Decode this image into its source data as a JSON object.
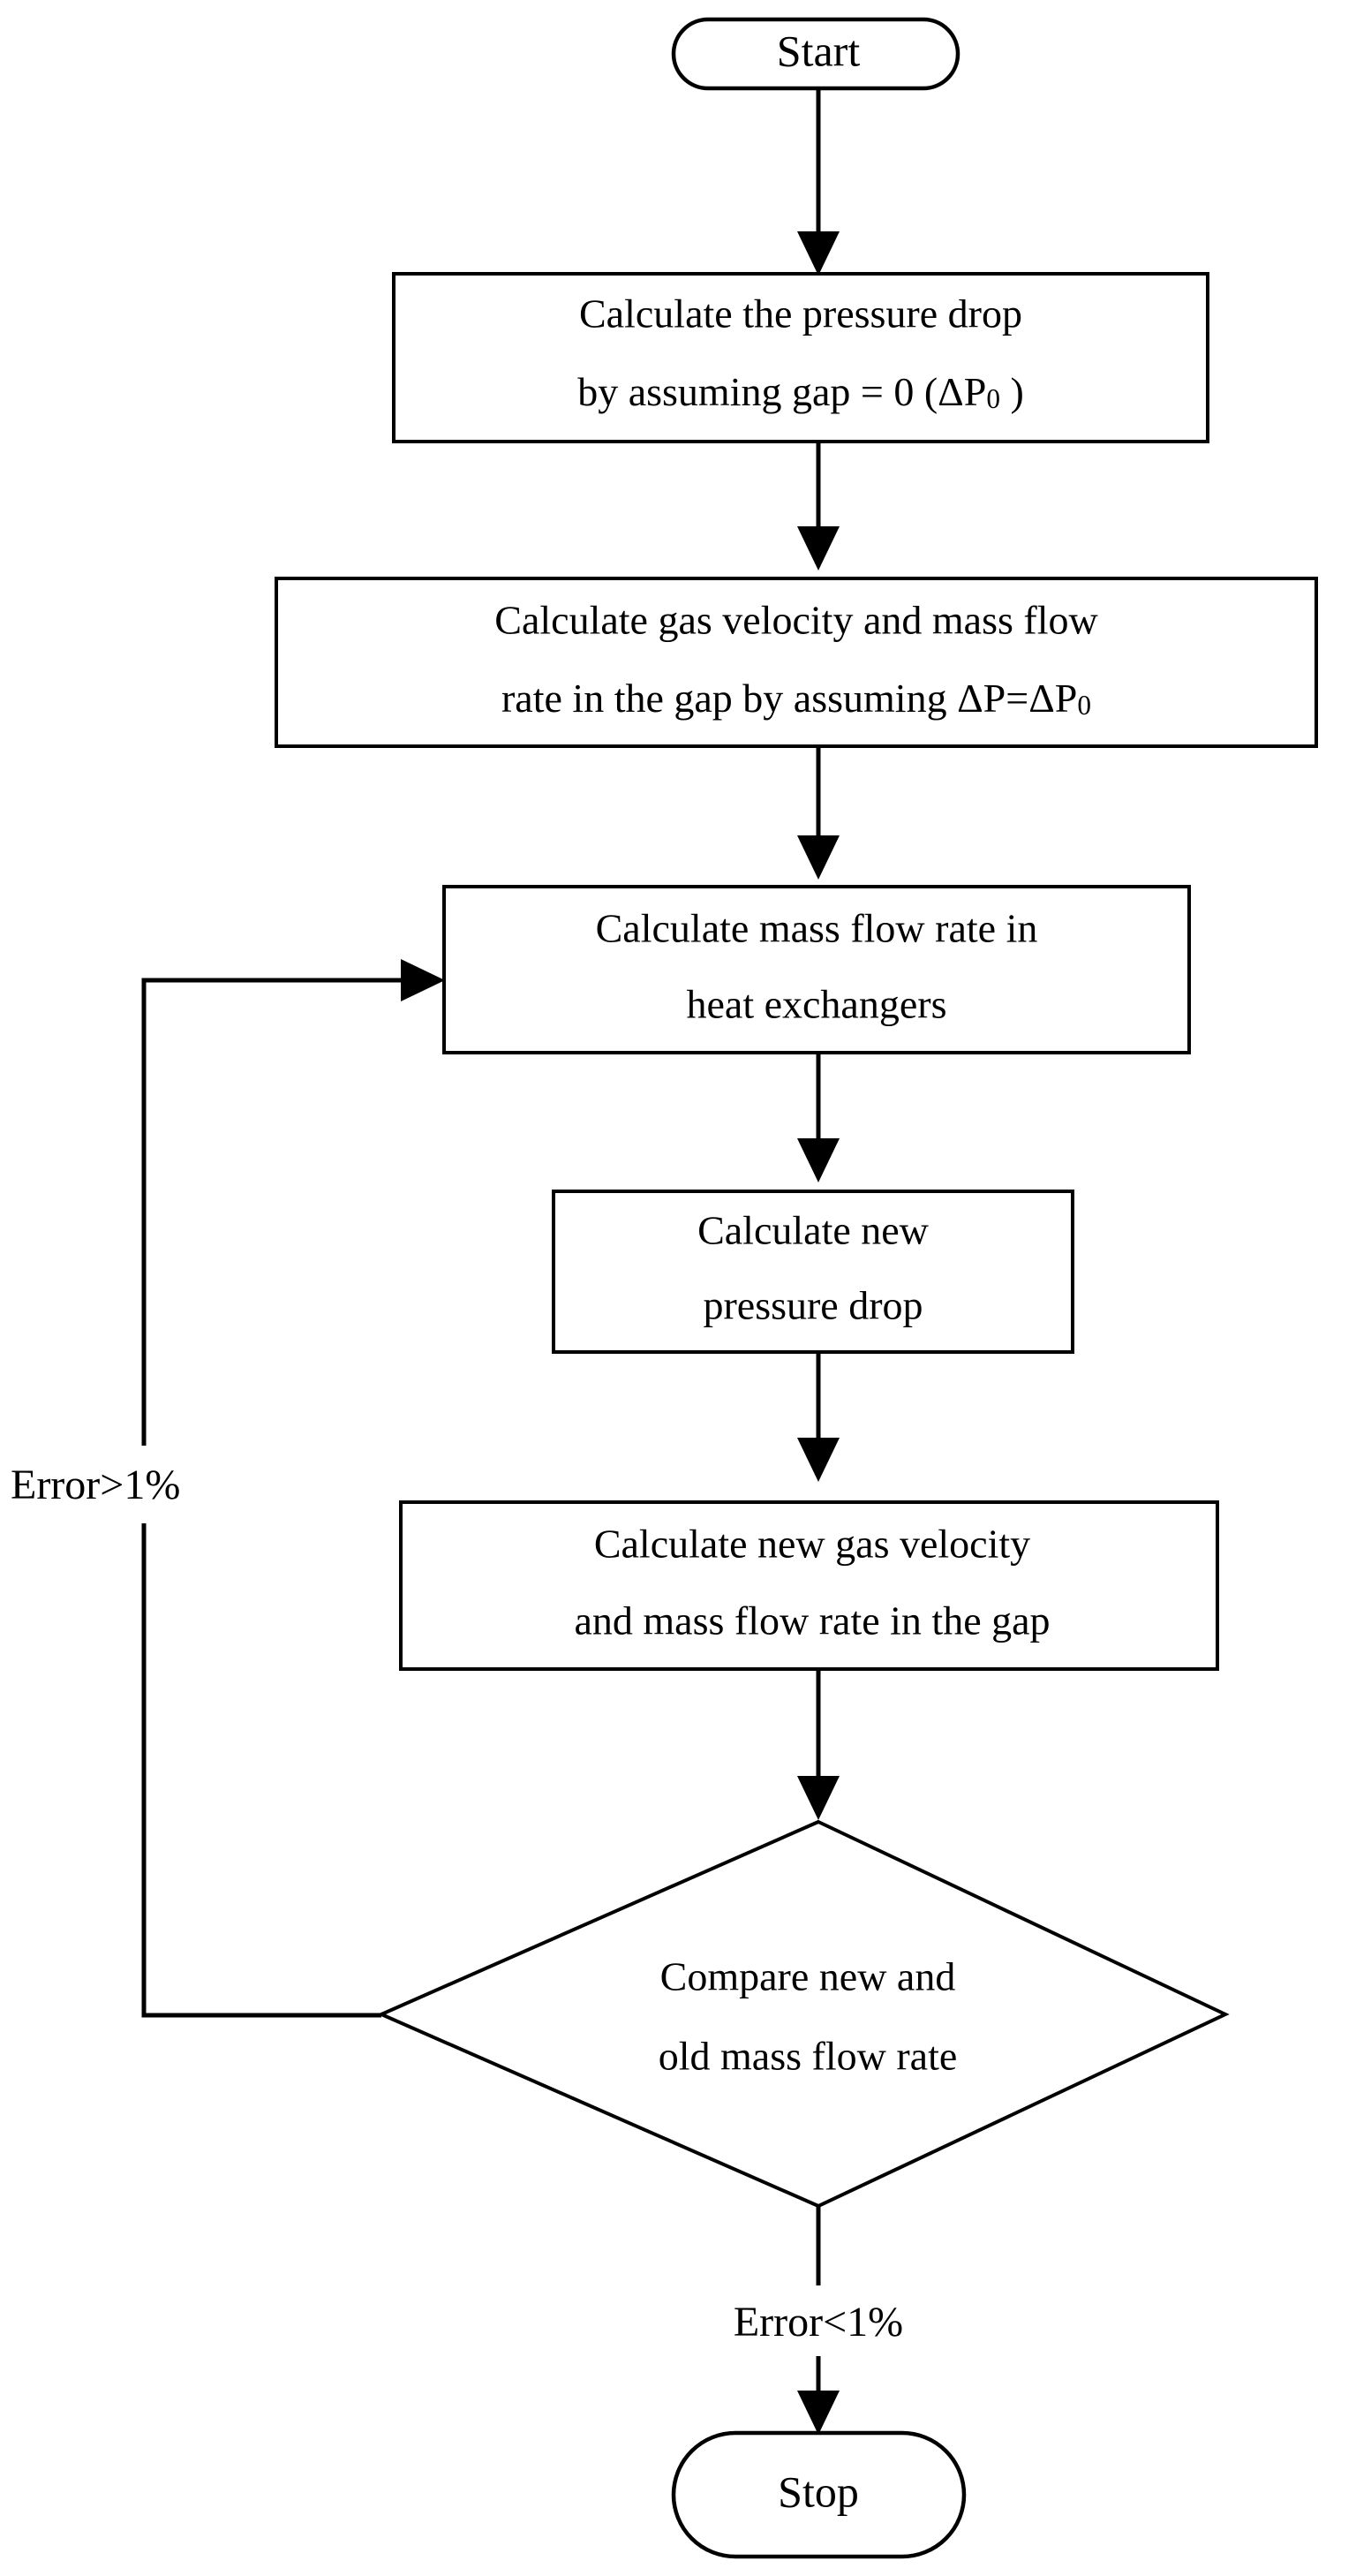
{
  "diagram": {
    "title": "Iterative gap pressure-drop / mass-flow calculation flowchart",
    "type": "flowchart",
    "background_color": "#ffffff",
    "line_color": "#000000",
    "text_color": "#000000",
    "nodes": [
      {
        "id": "start",
        "shape": "terminator",
        "label": "Start"
      },
      {
        "id": "p1",
        "shape": "process",
        "line1": "Calculate the pressure drop",
        "line2_a": "by assuming gap = 0 (ΔP",
        "line2_sub": "0",
        "line2_b": " )"
      },
      {
        "id": "p2",
        "shape": "process",
        "line1": "Calculate gas velocity and mass flow",
        "line2_a": "rate in the gap by assuming ΔP=ΔP",
        "line2_sub": "0",
        "line2_b": ""
      },
      {
        "id": "p3",
        "shape": "process",
        "line1": "Calculate mass flow rate in",
        "line2_a": "heat exchangers",
        "line2_sub": "",
        "line2_b": ""
      },
      {
        "id": "p4",
        "shape": "process",
        "line1": "Calculate new",
        "line2_a": "pressure drop",
        "line2_sub": "",
        "line2_b": ""
      },
      {
        "id": "p5",
        "shape": "process",
        "line1": "Calculate new gas velocity",
        "line2_a": "and mass flow rate in the gap",
        "line2_sub": "",
        "line2_b": ""
      },
      {
        "id": "decision",
        "shape": "decision",
        "line1": "Compare new and",
        "line2_a": "old mass flow rate",
        "line2_sub": "",
        "line2_b": ""
      },
      {
        "id": "stop",
        "shape": "terminator",
        "label": "Stop"
      }
    ],
    "edge_labels": {
      "feedback": "Error>1%",
      "exit": "Error<1%"
    }
  }
}
